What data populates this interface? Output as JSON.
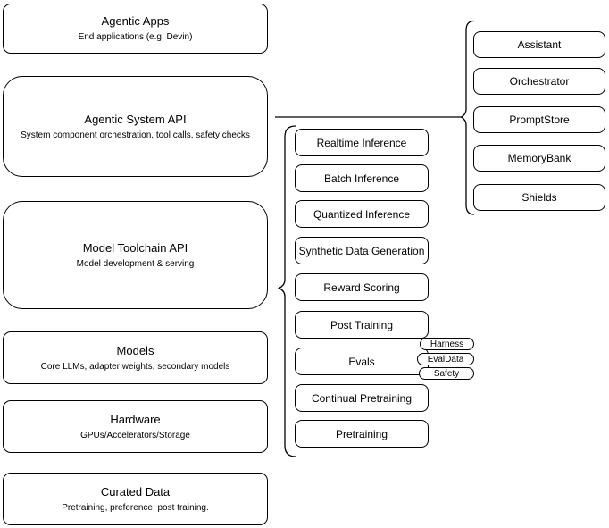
{
  "diagram": {
    "left_stack": [
      {
        "title": "Agentic Apps",
        "subtitle": "End applications (e.g. Devin)"
      },
      {
        "title": "Agentic System API",
        "subtitle": "System component orchestration, tool calls, safety checks"
      },
      {
        "title": "Model Toolchain API",
        "subtitle": "Model development & serving"
      },
      {
        "title": "Models",
        "subtitle": "Core LLMs, adapter weights, secondary models"
      },
      {
        "title": "Hardware",
        "subtitle": "GPUs/Accelerators/Storage"
      },
      {
        "title": "Curated Data",
        "subtitle": "Pretraining, preference, post training."
      }
    ],
    "toolchain_group": [
      "Realtime Inference",
      "Batch Inference",
      "Quantized Inference",
      "Synthetic Data Generation",
      "Reward Scoring",
      "Post Training",
      "Evals",
      "Continual Pretraining",
      "Pretraining"
    ],
    "evals_tags": [
      "Harness",
      "EvalData",
      "Safety"
    ],
    "system_group": [
      "Assistant",
      "Orchestrator",
      "PromptStore",
      "MemoryBank",
      "Shields"
    ],
    "colors": {
      "stroke": "#000000",
      "fill": "#ffffff",
      "background": "#ffffff"
    }
  }
}
